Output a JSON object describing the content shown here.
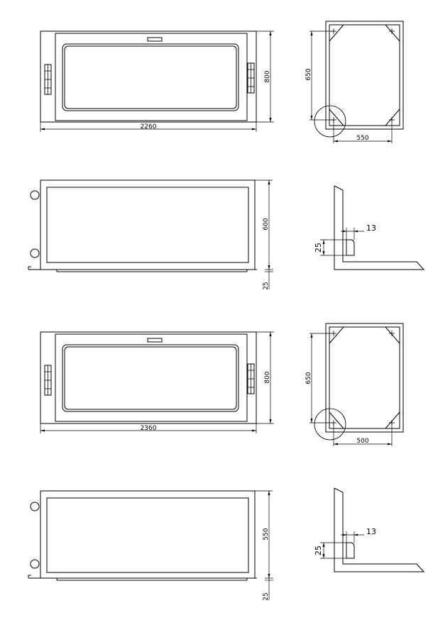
{
  "dimensions": {
    "view1_width": "2260",
    "view1_height": "800",
    "view2_height": "600",
    "view2_base": "25",
    "view3_width": "2360",
    "view3_height": "800",
    "view4_height": "550",
    "view4_base": "25",
    "side1_height": "650",
    "side1_width": "550",
    "side2_height": "650",
    "side2_width": "500",
    "angle1_gap": "13",
    "angle1_depth": "25",
    "angle2_gap": "13",
    "angle2_depth": "25"
  }
}
